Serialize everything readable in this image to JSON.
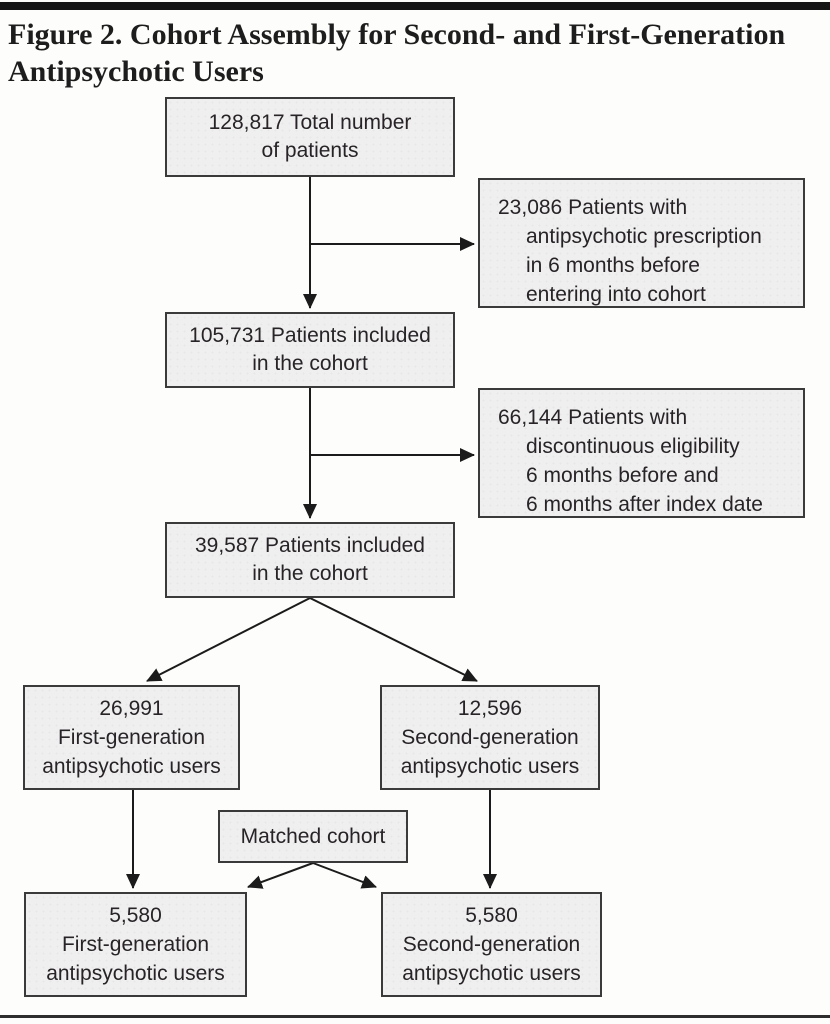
{
  "title": {
    "line1": "Figure 2. Cohort Assembly for Second- and First-Generation",
    "line2": "Antipsychotic Users"
  },
  "nodes": {
    "total_patients": {
      "lines": [
        "128,817 Total number",
        "of patients"
      ]
    },
    "excluded_prescription": {
      "lines": [
        "23,086 Patients with",
        "antipsychotic prescription",
        "in 6 months before",
        "entering into cohort"
      ]
    },
    "cohort_1": {
      "lines": [
        "105,731 Patients included",
        "in the cohort"
      ]
    },
    "excluded_eligibility": {
      "lines": [
        "66,144 Patients with",
        "discontinuous eligibility",
        "6 months before and",
        "6 months after index date"
      ]
    },
    "cohort_2": {
      "lines": [
        "39,587 Patients included",
        "in the cohort"
      ]
    },
    "first_gen": {
      "lines": [
        "26,991",
        "First-generation",
        "antipsychotic users"
      ]
    },
    "second_gen": {
      "lines": [
        "12,596",
        "Second-generation",
        "antipsychotic users"
      ]
    },
    "matched": {
      "lines": [
        "Matched cohort"
      ]
    },
    "first_gen_matched": {
      "lines": [
        "5,580",
        "First-generation",
        "antipsychotic users"
      ]
    },
    "second_gen_matched": {
      "lines": [
        "5,580",
        "Second-generation",
        "antipsychotic users"
      ]
    }
  },
  "colors": {
    "box_fill": "#efefef",
    "box_border": "#3a3a3a",
    "text": "#272327",
    "connector": "#1b1b1b",
    "top_bar": "#151515",
    "bottom_rule": "#2e2e2e"
  }
}
